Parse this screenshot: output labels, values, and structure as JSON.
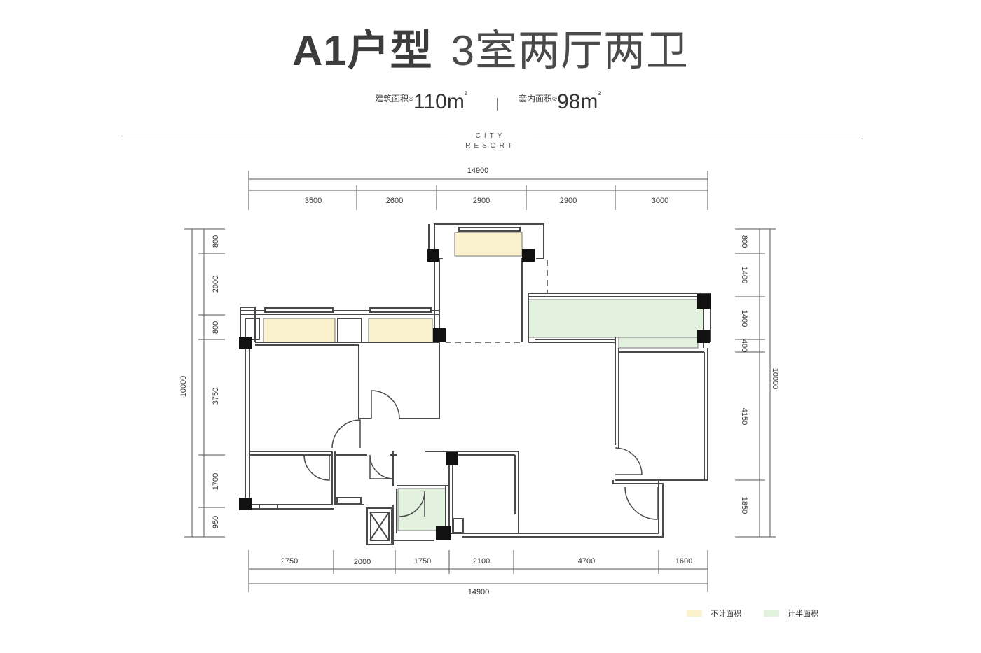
{
  "header": {
    "type_name": "A1户型",
    "layout": "3室两厅两卫"
  },
  "area": {
    "building_label": "建筑面积",
    "building_value": "110m",
    "building_sup": "²",
    "inner_label": "套内面积",
    "inner_value": "98m",
    "inner_sup": "²"
  },
  "brand": "CITY RESORT",
  "dimensions": {
    "top_total": "14900",
    "top": [
      "3500",
      "2600",
      "2900",
      "2900",
      "3000"
    ],
    "bottom": [
      "2750",
      "2000",
      "1750",
      "2100",
      "4700",
      "1600"
    ],
    "bottom_total": "14900",
    "left": [
      "800",
      "2000",
      "800",
      "3750",
      "1700",
      "950"
    ],
    "left_total": "10000",
    "right": [
      "800",
      "1400",
      "1400",
      "400",
      "4150",
      "1850"
    ],
    "right_total": "10000"
  },
  "legend": {
    "not_counted": "不计面积",
    "half_counted": "计半面积"
  },
  "colors": {
    "not_counted": "#faf2cd",
    "half_counted": "#e3f1df",
    "wall": "#4a4a4a",
    "pillar": "#111111"
  }
}
